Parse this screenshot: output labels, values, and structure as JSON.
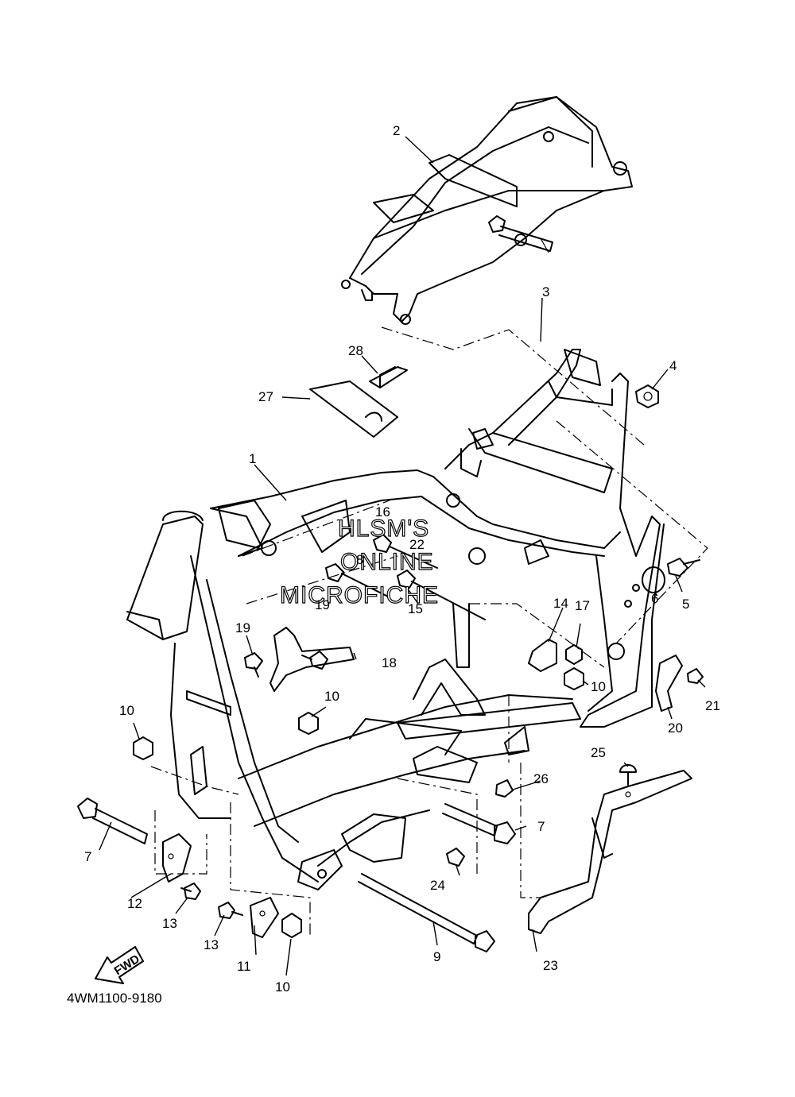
{
  "diagram_code": "4WM1100-9180",
  "watermark": [
    "HLSM'S",
    "ONLINE",
    "MICROFICHE"
  ],
  "fwd_label": "FWD",
  "callouts": [
    {
      "id": "c1",
      "label": "1"
    },
    {
      "id": "c2",
      "label": "2"
    },
    {
      "id": "c3",
      "label": "3"
    },
    {
      "id": "c4",
      "label": "4"
    },
    {
      "id": "c5",
      "label": "5"
    },
    {
      "id": "c6",
      "label": "6"
    },
    {
      "id": "c7a",
      "label": "7"
    },
    {
      "id": "c7b",
      "label": "7"
    },
    {
      "id": "c8",
      "label": "8"
    },
    {
      "id": "c9",
      "label": "9"
    },
    {
      "id": "c10a",
      "label": "10"
    },
    {
      "id": "c10b",
      "label": "10"
    },
    {
      "id": "c10c",
      "label": "10"
    },
    {
      "id": "c10d",
      "label": "10"
    },
    {
      "id": "c11",
      "label": "11"
    },
    {
      "id": "c12",
      "label": "12"
    },
    {
      "id": "c13a",
      "label": "13"
    },
    {
      "id": "c13b",
      "label": "13"
    },
    {
      "id": "c14",
      "label": "14"
    },
    {
      "id": "c15",
      "label": "15"
    },
    {
      "id": "c16",
      "label": "16"
    },
    {
      "id": "c17",
      "label": "17"
    },
    {
      "id": "c18",
      "label": "18"
    },
    {
      "id": "c19a",
      "label": "19"
    },
    {
      "id": "c19b",
      "label": "19"
    },
    {
      "id": "c20",
      "label": "20"
    },
    {
      "id": "c21",
      "label": "21"
    },
    {
      "id": "c22",
      "label": "22"
    },
    {
      "id": "c23",
      "label": "23"
    },
    {
      "id": "c24",
      "label": "24"
    },
    {
      "id": "c25",
      "label": "25"
    },
    {
      "id": "c26",
      "label": "26"
    },
    {
      "id": "c27",
      "label": "27"
    },
    {
      "id": "c28",
      "label": "28"
    }
  ]
}
